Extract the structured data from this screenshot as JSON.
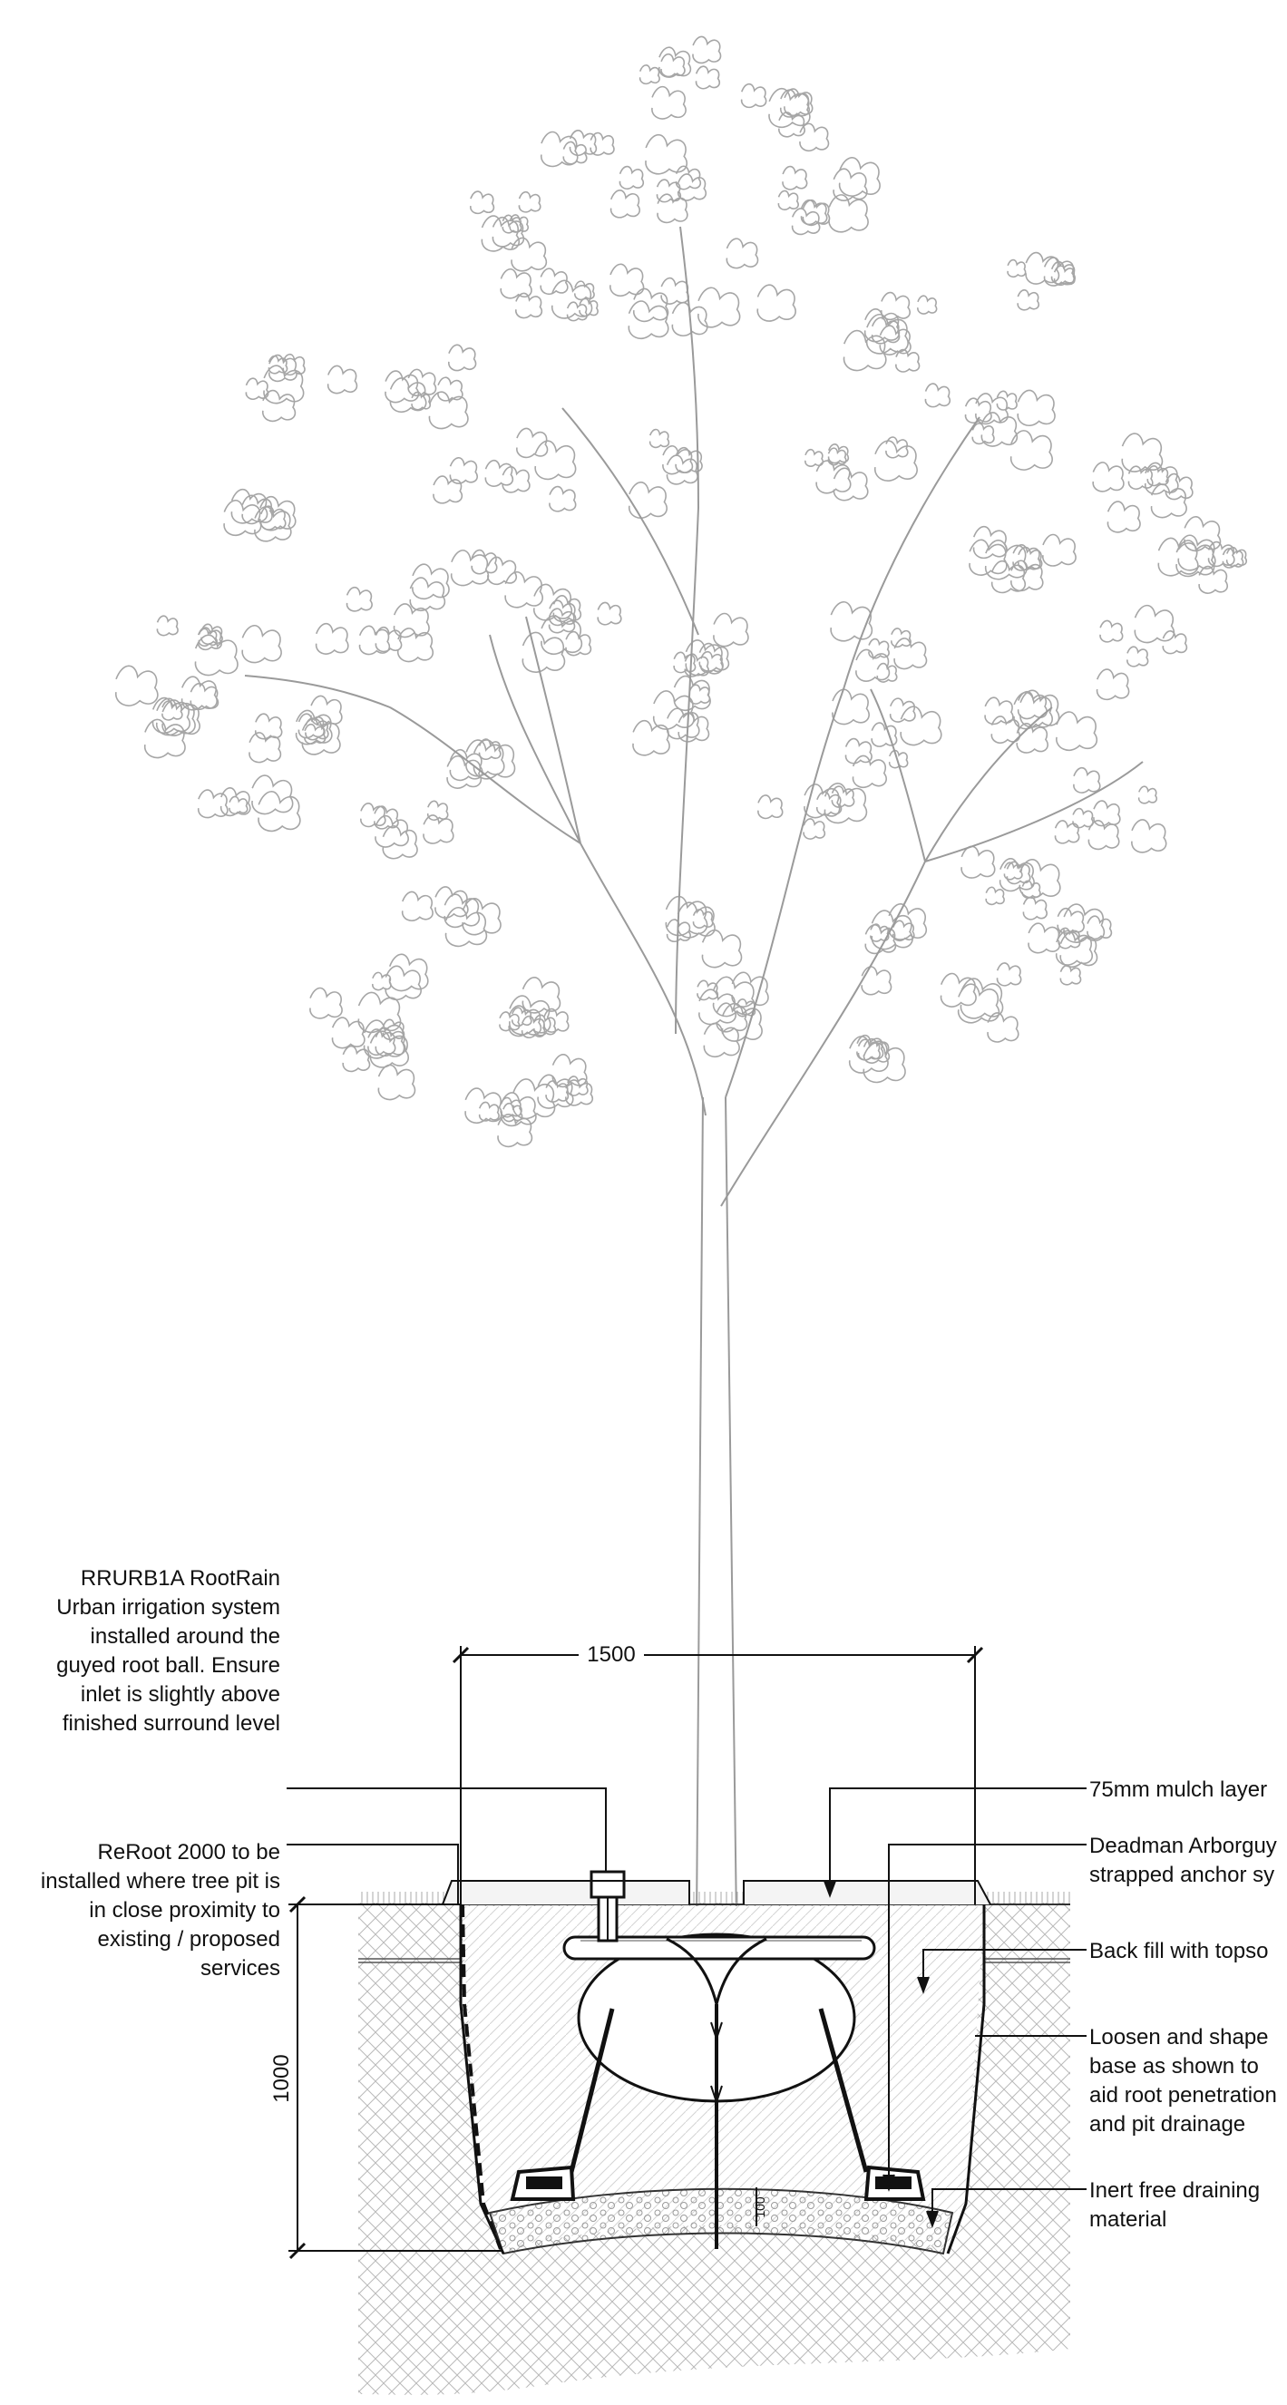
{
  "diagram": {
    "dimensions": {
      "pit_width": "1500",
      "pit_depth": "1000",
      "drainage_layer": "100"
    },
    "labels_left": {
      "rootrain": [
        "RRURB1A RootRain",
        "Urban irrigation system",
        "installed around the",
        "guyed root ball. Ensure",
        "inlet is slightly above",
        "finished surround level"
      ],
      "reroot": [
        "ReRoot 2000 to be",
        "installed where tree pit is",
        "in close proximity to",
        "existing / proposed",
        "services"
      ]
    },
    "labels_right": {
      "mulch": [
        "75mm mulch layer"
      ],
      "deadman": [
        "Deadman Arborguy",
        "strapped anchor sy"
      ],
      "backfill": [
        "Back fill with topso"
      ],
      "loosen": [
        "Loosen and shape",
        "base as shown to",
        "aid root penetration",
        "and pit drainage"
      ],
      "inert": [
        "Inert free draining",
        "material"
      ]
    },
    "colors": {
      "line": "#111111",
      "tree": "#9a9a9a",
      "hatch": "#b9b9b9"
    }
  }
}
